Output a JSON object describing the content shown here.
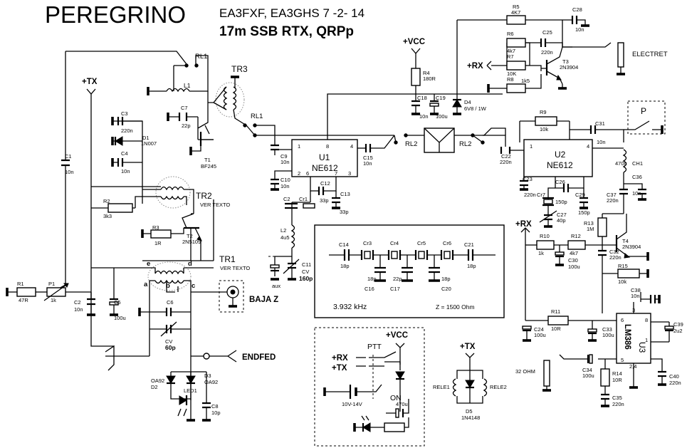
{
  "header": {
    "title": "PEREGRINO",
    "authors": "EA3FXF, EA3GHS  7 -2- 14",
    "subtitle": "17m SSB RTX, QRPp"
  },
  "nets": {
    "vcc": "+VCC",
    "tx": "+TX",
    "rx": "+RX",
    "tx2": "+TX",
    "rx2": "+RX",
    "vcc2": "+VCC"
  },
  "connectors": {
    "electret": "ELECTRET",
    "baja_z": "BAJA Z",
    "endfed": "ENDFED",
    "p": "P",
    "ohm32": "32 OHM"
  },
  "ics": {
    "u1_ref": "U1",
    "u1_part": "NE612",
    "u2_ref": "U2",
    "u2_part": "NE612",
    "u3_ref": "U3",
    "u3_part": "LM386"
  },
  "relays": {
    "rl1_top": "RL1",
    "rl1_mid": "RL1",
    "rl2_left": "RL2",
    "rl2_right": "RL2",
    "rele1": "RELE1",
    "rele2": "RELE2"
  },
  "transformers": {
    "tr1": "TR1",
    "tr1_note": "VER TEXTO",
    "tr2": "TR2",
    "tr2_note": "VER TEXTO",
    "tr3": "TR3",
    "pin_a": "a",
    "pin_b": "b",
    "pin_c": "c",
    "pin_d": "d",
    "pin_e": "e"
  },
  "left": {
    "l1": "L1",
    "c3": "C3",
    "c3v": "220n",
    "d1": "D1",
    "d1v": "1N007",
    "c4": "C4",
    "c4v": "10n",
    "c7": "C7",
    "c7v": "22p",
    "t1": "T1",
    "t1v": "BF245",
    "c1": "C1",
    "c1v": "10n",
    "r2": "R2",
    "r2v": "3k3",
    "r3": "R3",
    "r3v": "1R",
    "t2": "T2",
    "t2v": "2N5109",
    "r1": "R1",
    "r1v": "47R",
    "p1": "P1",
    "p1v": "1k",
    "c2": "C2",
    "c2v": "10n",
    "c5": "C5",
    "c5v": "100u",
    "c6": "C6",
    "cv": "CV",
    "cvv": "60p",
    "d2": "D2",
    "d2v": "OA92",
    "d3": "D3",
    "d3v": "OA92",
    "led1": "LED1",
    "c8": "C8",
    "c8v": "10p"
  },
  "mid": {
    "r4": "R4",
    "r4v": "180R",
    "c18": "C18",
    "c18v": "10n",
    "c19": "C19",
    "c19v": "100u",
    "d4": "D4",
    "d4v": "6V8 / 1W",
    "c9": "C9",
    "c9v": "10n",
    "c10": "C10",
    "c10v": "10n",
    "c15": "C15",
    "c15v": "10n",
    "c12": "C12",
    "c12v": "33p",
    "c13": "C13",
    "c13v": "33p",
    "c2b": "C2",
    "cr1": "Cr1",
    "l2": "L2",
    "l2v": "4u5",
    "c11": "C11",
    "c11v": "CV",
    "c11w": "160p",
    "aux": "aux",
    "pin1": "1",
    "pin2": "2",
    "pin3": "3",
    "pin4": "4",
    "pin6": "6",
    "pin7": "7",
    "pin8": "8"
  },
  "filter": {
    "c14": "C14",
    "c14v": "18p",
    "cr3": "Cr3",
    "cr4": "Cr4",
    "cr5": "Cr5",
    "cr6": "Cr6",
    "c21": "C21",
    "c21v": "18p",
    "c16": "C16",
    "c16v": "18p",
    "c17": "C17",
    "c17v": "22p",
    "c20": "C20",
    "c20v": "18p",
    "freq": "3.932 kHz",
    "z": "Z = 1500 Ohm"
  },
  "top_right": {
    "r5": "R5",
    "r5v": "4K7",
    "c28": "C28",
    "c28v": "10n",
    "r6": "R6",
    "r6v": "4k7",
    "c25": "C25",
    "c25v": "220n",
    "r7": "R7",
    "r7v": "10K",
    "t3": "T3",
    "t3v": "2N3904",
    "r8": "R8",
    "r8v": "1k5"
  },
  "right": {
    "r9": "R9",
    "r9v": "10k",
    "c31": "C31",
    "c31v": "10n",
    "c22": "C22",
    "c22v": "220n",
    "c23": "C23",
    "c23v": "220n",
    "ch1": "CH1",
    "ch1v": "470u",
    "c36": "C36",
    "c36v": "10n",
    "c26": "C26",
    "c26v": "150p",
    "c29": "C29",
    "c29v": "150p",
    "c27": "C27",
    "c27v": "40p",
    "cr7": "Cr7",
    "c37": "C37",
    "c37v": "220n",
    "r13": "R13",
    "r13v": "1M",
    "t4": "T4",
    "t4v": "2N3904",
    "r10": "R10",
    "r10v": "1k",
    "r12": "R12",
    "r12v": "4k7",
    "c30": "C30",
    "c30v": "100u",
    "c32": "C32",
    "c32v": "220n",
    "r15": "R15",
    "r15v": "10k",
    "c38": "C38",
    "c38v": "10n",
    "r11": "R11",
    "r11v": "10R",
    "c24": "C24",
    "c24v": "100u",
    "c33": "C33",
    "c33v": "100u",
    "c39": "C39",
    "c39v": "2u2",
    "c34": "C34",
    "c34v": "100u",
    "r14": "R14",
    "r14v": "10R",
    "c35": "C35",
    "c35v": "220n",
    "c40": "C40",
    "c40v": "220n",
    "u3_pin3": "3",
    "u3_pin6": "6",
    "u3_pin2": "2",
    "u3_pin4": "2,4",
    "u3_pin5": "5",
    "u3_pin8": "8",
    "u3_pin1": "1",
    "u2_pin1": "1",
    "u2_pin4": "4"
  },
  "psu": {
    "ptt": "PTT",
    "on": "ON",
    "batt": "10V-14V",
    "cap": "470u"
  },
  "bottom": {
    "d5": "D5",
    "d5v": "1N4148"
  }
}
